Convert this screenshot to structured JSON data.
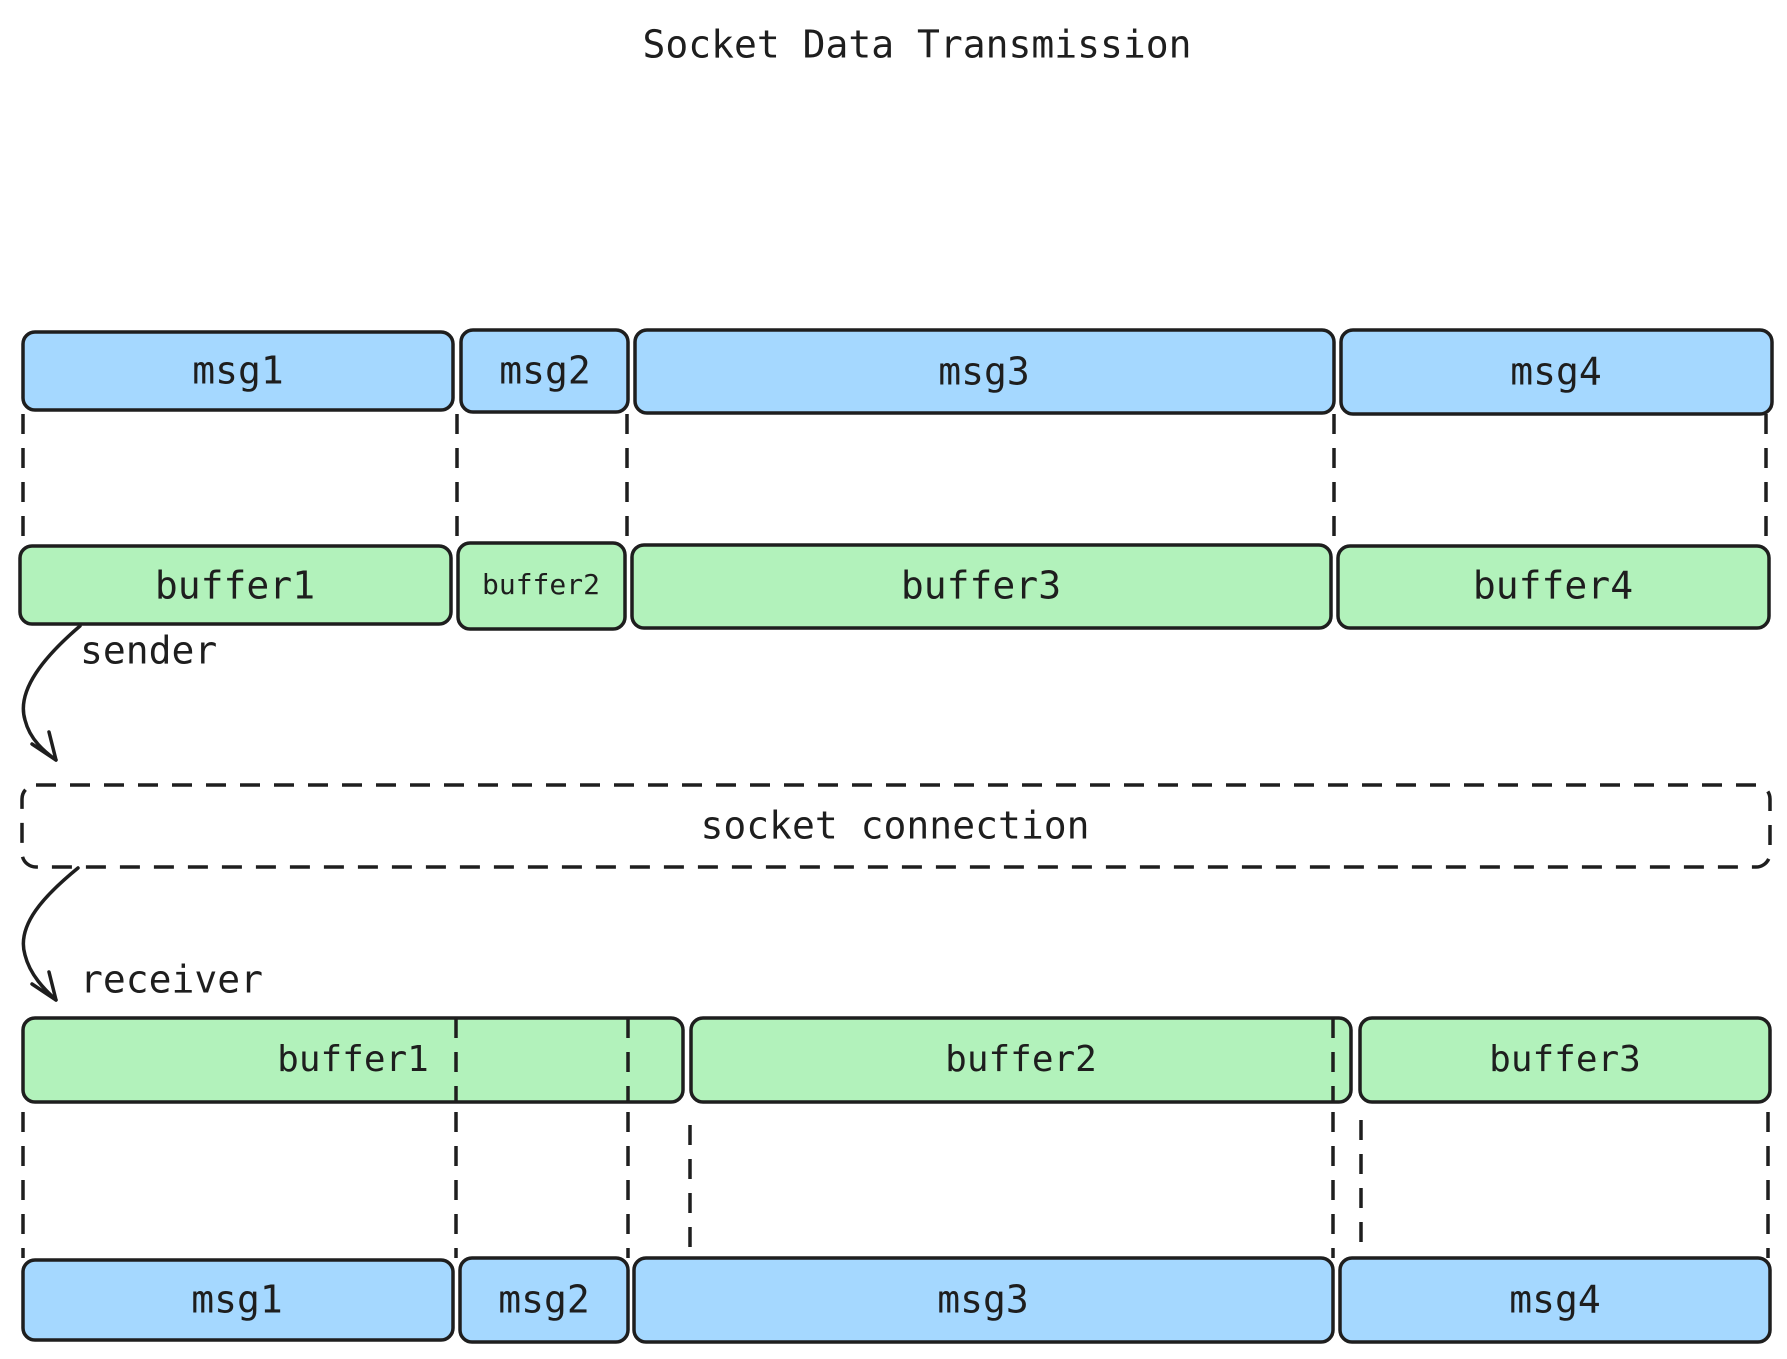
{
  "title": "Socket Data Transmission",
  "sender_label": "sender",
  "receiver_label": "receiver",
  "socket_label": "socket connection",
  "colors": {
    "message": "#a5d8ff",
    "buffer": "#b2f2bb",
    "stroke": "#1e1e1e",
    "hatch": "#a5d8ff"
  },
  "sender": {
    "messages": [
      {
        "label": "msg1"
      },
      {
        "label": "msg2"
      },
      {
        "label": "msg3"
      },
      {
        "label": "msg4"
      }
    ],
    "buffers": [
      {
        "label": "buffer1"
      },
      {
        "label": "buffer2"
      },
      {
        "label": "buffer3"
      },
      {
        "label": "buffer4"
      }
    ]
  },
  "receiver": {
    "buffers": [
      {
        "label": "buffer1"
      },
      {
        "label": "buffer2"
      },
      {
        "label": "buffer3"
      }
    ],
    "messages": [
      {
        "label": "msg1"
      },
      {
        "label": "msg2"
      },
      {
        "label": "msg3"
      },
      {
        "label": "msg4"
      }
    ]
  }
}
